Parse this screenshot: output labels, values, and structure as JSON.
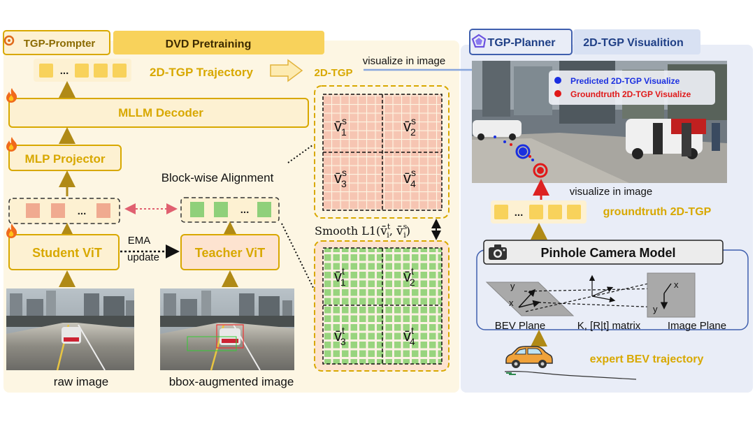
{
  "left": {
    "tab_prompter": "TGP-Prompter",
    "tab_pretraining": "DVD Pretraining",
    "trajectory_label": "2D-TGP Trajectory",
    "arrow_target": "2D-TGP",
    "visualize_label": "visualize in image",
    "decoder": "MLLM Decoder",
    "projector": "MLP Projector",
    "student": "Student ViT",
    "teacher": "Teacher ViT",
    "ema_line1": "EMA",
    "ema_line2": "update",
    "alignment": "Block-wise Alignment",
    "ellipsis": "...",
    "raw_caption": "raw image",
    "bbox_caption": "bbox-augmented image",
    "loss_prefix": "Smooth L1(",
    "loss_suffix": ")",
    "student_blocks": [
      "1",
      "2",
      "3",
      "4"
    ],
    "teacher_blocks": [
      "1",
      "2",
      "3",
      "4"
    ],
    "v_symbol": "v̄",
    "student_sup": "s",
    "teacher_sup": "t",
    "index_sub": "i"
  },
  "right": {
    "tab_planner": "TGP-Planner",
    "tab_visual": "2D-TGP Visualition",
    "legend_pred": "Predicted 2D-TGP Visualize",
    "legend_gt": "Groundtruth 2D-TGP Visualize",
    "visualize_label": "visualize in image",
    "gt_tgp": "groundtruth 2D-TGP",
    "camera_model": "Pinhole Camera Model",
    "bev_plane": "BEV Plane",
    "matrix": "K, [R|t] matrix",
    "image_plane": "Image Plane",
    "expert": "expert BEV trajectory",
    "axis_x": "x",
    "axis_y": "y",
    "ellipsis": "..."
  },
  "colors": {
    "left_bg": "#fdf6e3",
    "right_bg": "#e9edf7",
    "accent_gold": "#d8a800",
    "token_yellow": "#f8d25b",
    "token_pink": "#f0aa90",
    "token_green": "#8fd07a",
    "pred_blue": "#1a2fe0",
    "gt_red": "#e01919",
    "arrow_olive": "#b08a16"
  },
  "icons": [
    "fire-icon",
    "camera-icon",
    "car-icon",
    "prompter-logo-icon",
    "planner-logo-icon"
  ]
}
